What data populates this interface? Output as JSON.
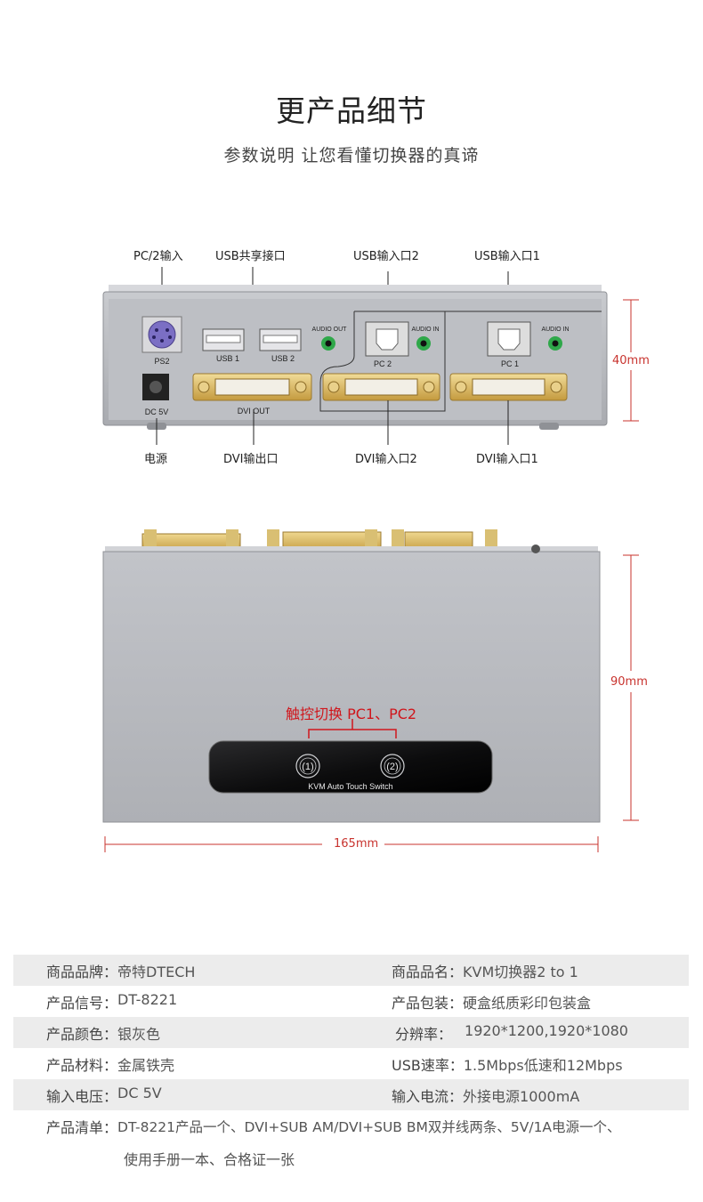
{
  "header": {
    "title": "更产品细节",
    "subtitle": "参数说明 让您看懂切换器的真谛"
  },
  "rear_panel": {
    "callouts_top": {
      "ps2_in": "PC/2输入",
      "usb_shared": "USB共享接口",
      "usb_in_2": "USB输入口2",
      "usb_in_1": "USB输入口1"
    },
    "callouts_bottom": {
      "power": "电源",
      "dvi_out": "DVI输出口",
      "dvi_in_2": "DVI输入口2",
      "dvi_in_1": "DVI输入口1"
    },
    "printed": {
      "ps2": "PS2",
      "usb1": "USB 1",
      "usb2": "USB 2",
      "dc": "DC 5V",
      "dvi_out": "DVI OUT",
      "audio_out": "AUDIO OUT",
      "audio_in": "AUDIO IN",
      "pc2": "PC 2",
      "pc1": "PC 1"
    },
    "height_dim": "40mm"
  },
  "top_view": {
    "touch_label": "触控切换 PC1、PC2",
    "button_1": "(1)",
    "button_2": "(2)",
    "panel_text": "KVM Auto Touch Switch",
    "depth_dim": "90mm",
    "width_dim": "165mm"
  },
  "specs": {
    "rows": [
      {
        "k1": "商品品牌：",
        "v1": "帝特DTECH",
        "k2": "商品品名：",
        "v2": "KVM切换器2 to 1"
      },
      {
        "k1": "产品信号：",
        "v1": "DT-8221",
        "k2": "产品包装：",
        "v2": "硬盒纸质彩印包装盒"
      },
      {
        "k1": "产品颜色：",
        "v1": "银灰色",
        "k2": "分辨率：",
        "v2": "1920*1200,1920*1080"
      },
      {
        "k1": "产品材料：",
        "v1": "金属铁壳",
        "k2": "USB速率：",
        "v2": "1.5Mbps低速和12Mbps"
      },
      {
        "k1": "输入电压：",
        "v1": "DC 5V",
        "k2": "输入电流：",
        "v2": "外接电源1000mA"
      }
    ],
    "list_key": "产品清单：",
    "list_value_line1": "DT-8221产品一个、DVI+SUB AM/DVI+SUB BM双并线两条、5V/1A电源一个、",
    "list_value_line2": "使用手册一本、合格证一张"
  },
  "colors": {
    "accent_red": "#d0161c",
    "dim_red": "#c8332e",
    "case_gray": "#b5b7bc",
    "gold": "#d9b861",
    "audio_green": "#2fa84a"
  }
}
